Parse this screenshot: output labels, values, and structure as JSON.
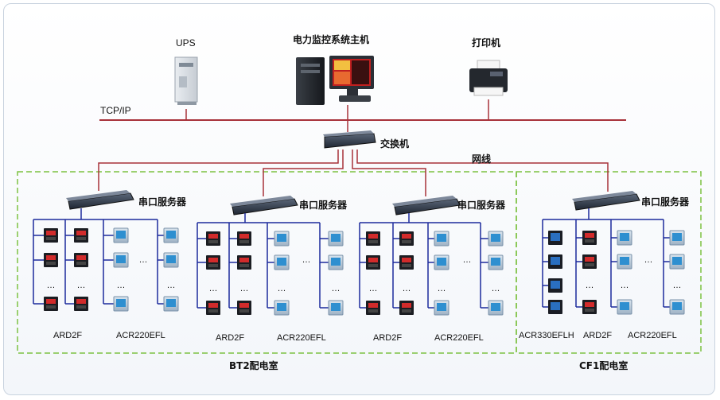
{
  "top": {
    "ups_label": "UPS",
    "host_label": "电力监控系统主机",
    "printer_label": "打印机",
    "bus_label": "TCP/IP",
    "switch_label": "交换机",
    "cable_label": "网线"
  },
  "rooms": [
    {
      "name": "BT2配电室",
      "servers": [
        {
          "label": "串口服务器",
          "group_labels": [
            "ARD2F",
            "ACR220EFL"
          ]
        },
        {
          "label": "串口服务器",
          "group_labels": [
            "ARD2F",
            "ACR220EFL"
          ]
        },
        {
          "label": "串口服务器",
          "group_labels": [
            "ARD2F",
            "ACR220EFL"
          ]
        }
      ]
    },
    {
      "name": "CF1配电室",
      "servers": [
        {
          "label": "串口服务器",
          "group_labels": [
            "ACR330EFLH",
            "ARD2F",
            "ACR220EFL"
          ]
        }
      ]
    }
  ],
  "ellipsis": "…",
  "colors": {
    "bus": "#a8323a",
    "rs485": "#1c2a9c",
    "zone": "#7dc242",
    "switch": "#2f3a4a"
  }
}
